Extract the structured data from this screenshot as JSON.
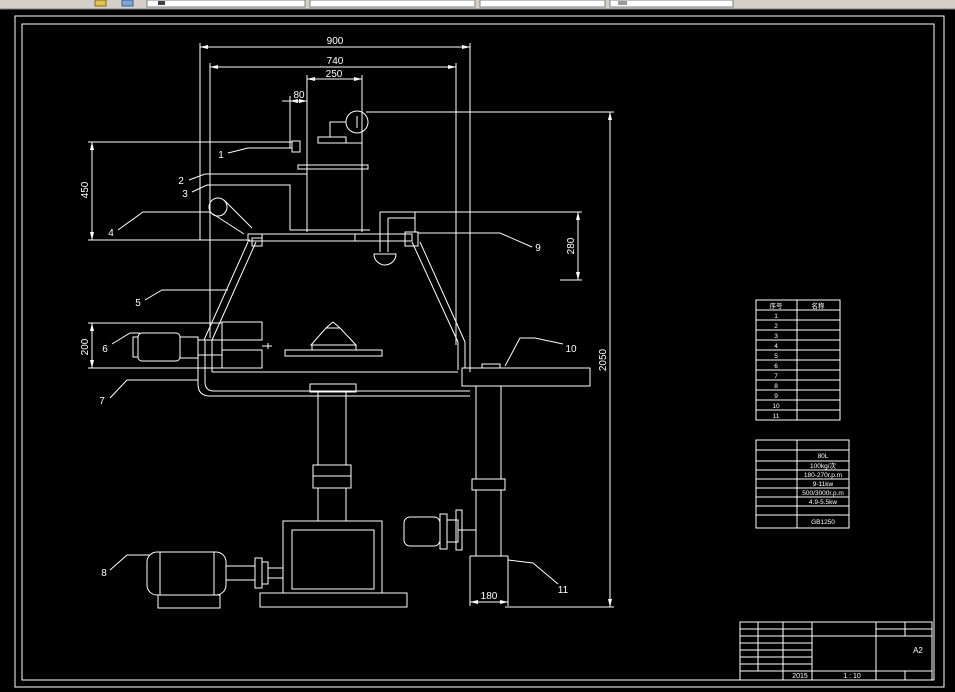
{
  "colors": {
    "background": "#000000",
    "line": "#ffffff",
    "toolbar": "#d4d0c8"
  },
  "dimensions": {
    "d900": "900",
    "d740": "740",
    "d250": "250",
    "d80": "80",
    "d450": "450",
    "d280": "280",
    "d200": "200",
    "d2050": "2050",
    "d180": "180"
  },
  "leaders": {
    "p1": "1",
    "p2": "2",
    "p3": "3",
    "p4": "4",
    "p5": "5",
    "p6": "6",
    "p7": "7",
    "p8": "8",
    "p9": "9",
    "p10": "10",
    "p11": "11"
  },
  "parts_table": {
    "header": [
      "序号",
      "名称"
    ],
    "numbers": [
      "1",
      "2",
      "3",
      "4",
      "5",
      "6",
      "7",
      "8",
      "9",
      "10",
      "11"
    ]
  },
  "tech_table": {
    "values": [
      "",
      "80L",
      "100kg/次",
      "180-270r.p.m",
      "9-11kw",
      "500/3000r.p.m",
      "4.9-5.5kw",
      "",
      "GB1250"
    ]
  },
  "title_block": {
    "year": "2015",
    "scale": "1 : 10",
    "sheet_size": "A2"
  }
}
